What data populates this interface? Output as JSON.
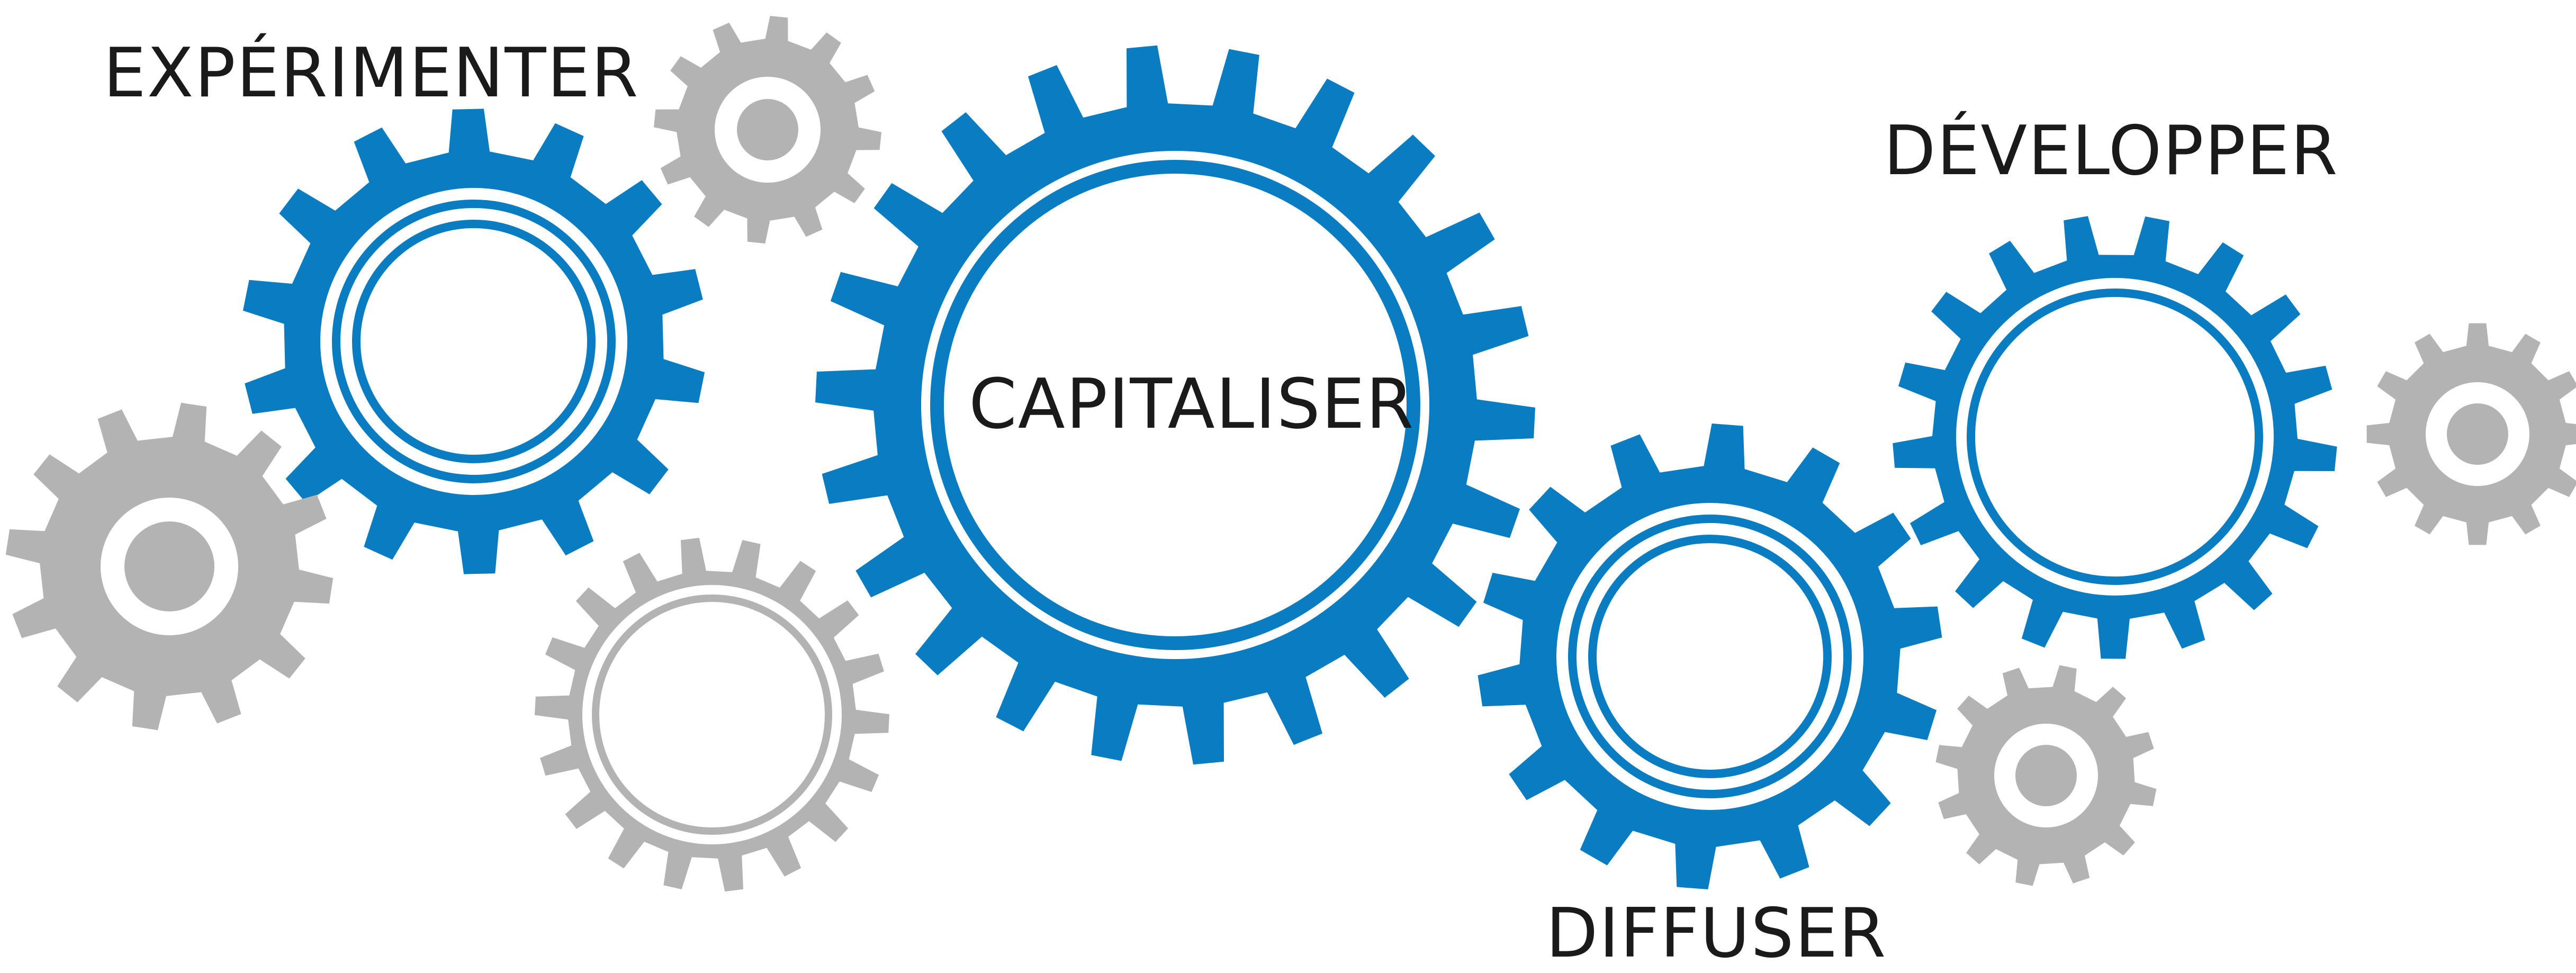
{
  "labels": {
    "experimenter": "EXPÉRIMENTER",
    "developper": "DÉVELOPPER",
    "capitaliser": "CAPITALISER",
    "diffuser": "DIFFUSER"
  },
  "colors": {
    "blue": "#0a7dc2",
    "gray": "#b3b3b3",
    "background": "#ffffff",
    "text": "#1a1a1a"
  },
  "icons": [
    "gear-icon"
  ]
}
